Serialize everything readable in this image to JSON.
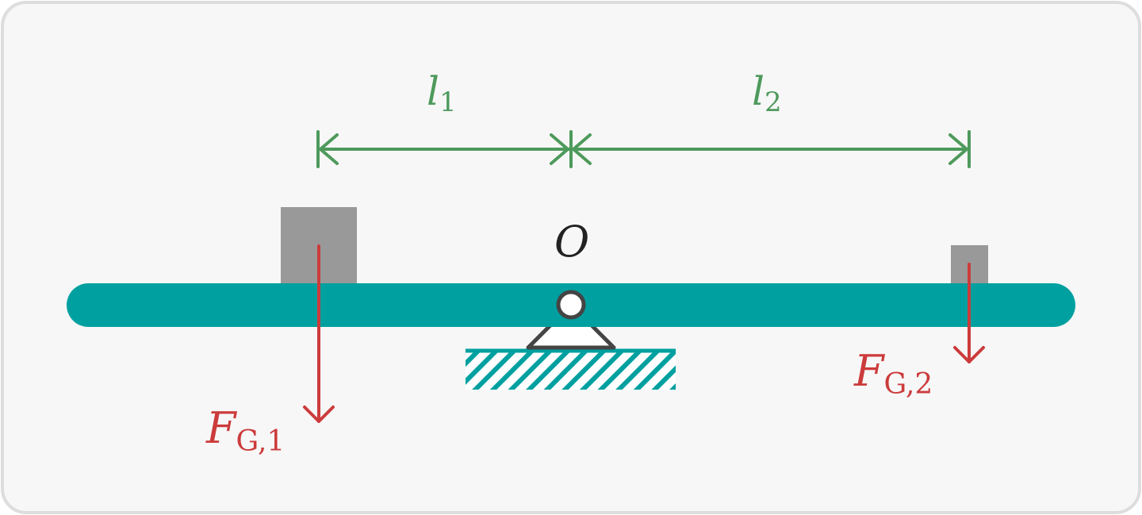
{
  "colors": {
    "background": "#f7f7f7",
    "frame": "#dddddd",
    "lever": "#00a0a0",
    "mass": "#999999",
    "force": "#cc3b3b",
    "dimension": "#4e9a5c",
    "pivot_stroke": "#444444",
    "label_dark": "#222222"
  },
  "labels": {
    "l1": {
      "main": "l",
      "sub": "1"
    },
    "l2": {
      "main": "l",
      "sub": "2"
    },
    "pivot": "O",
    "force1": {
      "main": "F",
      "sub": "G,1"
    },
    "force2": {
      "main": "F",
      "sub": "G,2"
    }
  }
}
